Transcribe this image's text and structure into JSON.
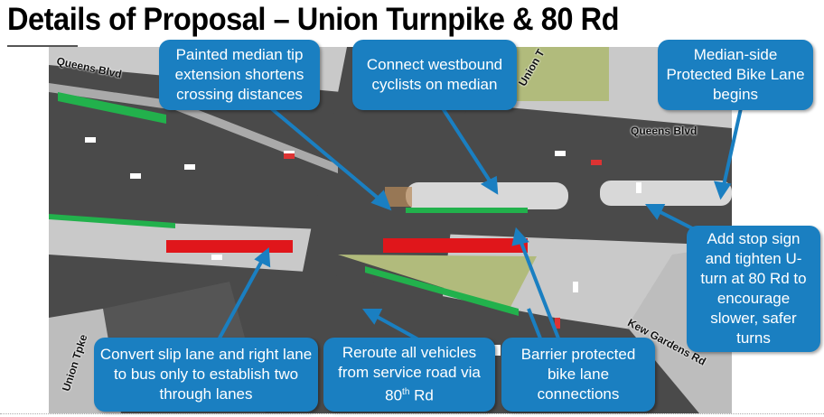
{
  "title": "Details of Proposal – Union Turnpike & 80 Rd",
  "map_labels": {
    "queens_blvd_left": "Queens Blvd",
    "queens_blvd_right": "Queens Blvd",
    "union_tpke_left": "Union Tpke",
    "union_tpke_top": "Union T",
    "kew_gardens": "Kew Gardens Rd"
  },
  "callouts": {
    "median_tip": "Painted median tip extension shortens crossing distances",
    "connect_cyclists": "Connect westbound cyclists on median",
    "median_side": "Median-side Protected Bike Lane begins",
    "stop_sign": "Add stop sign and tighten U-turn at 80 Rd to encourage slower, safer turns",
    "slip_lane": "Convert slip lane and right lane to bus only to establish two through lanes",
    "reroute_pre": "Reroute all vehicles from service road via 80",
    "reroute_sup": "th",
    "reroute_post": " Rd",
    "barrier": "Barrier protected bike lane connections"
  },
  "colors": {
    "callout": "#1a7fc1",
    "bike_lane": "#22b14c",
    "bus_lane": "#e0161b",
    "median_green": "#b1bb7c",
    "road": "#4a4a4a"
  }
}
